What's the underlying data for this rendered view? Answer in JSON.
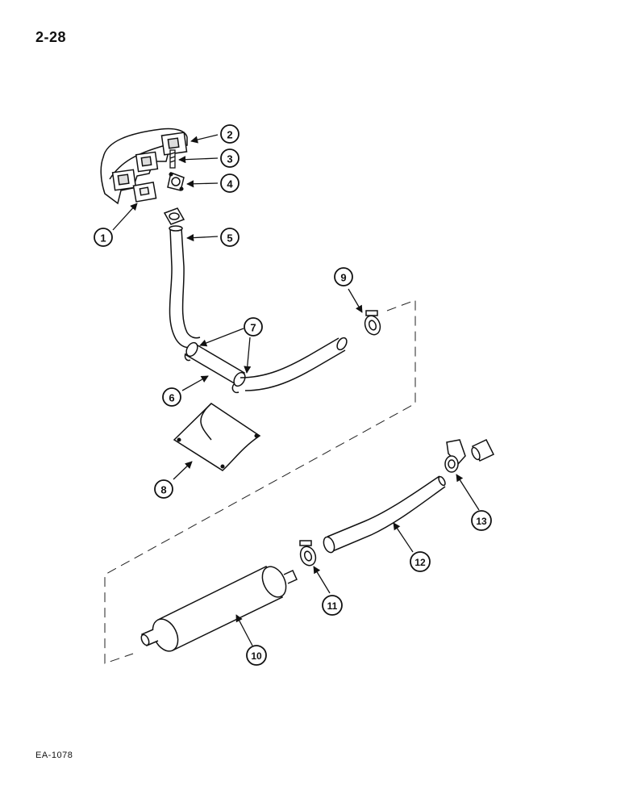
{
  "page_number": "2-28",
  "figure_code": "EA-1078",
  "callouts": [
    "1",
    "2",
    "3",
    "4",
    "5",
    "6",
    "7",
    "8",
    "9",
    "10",
    "11",
    "12",
    "13"
  ]
}
